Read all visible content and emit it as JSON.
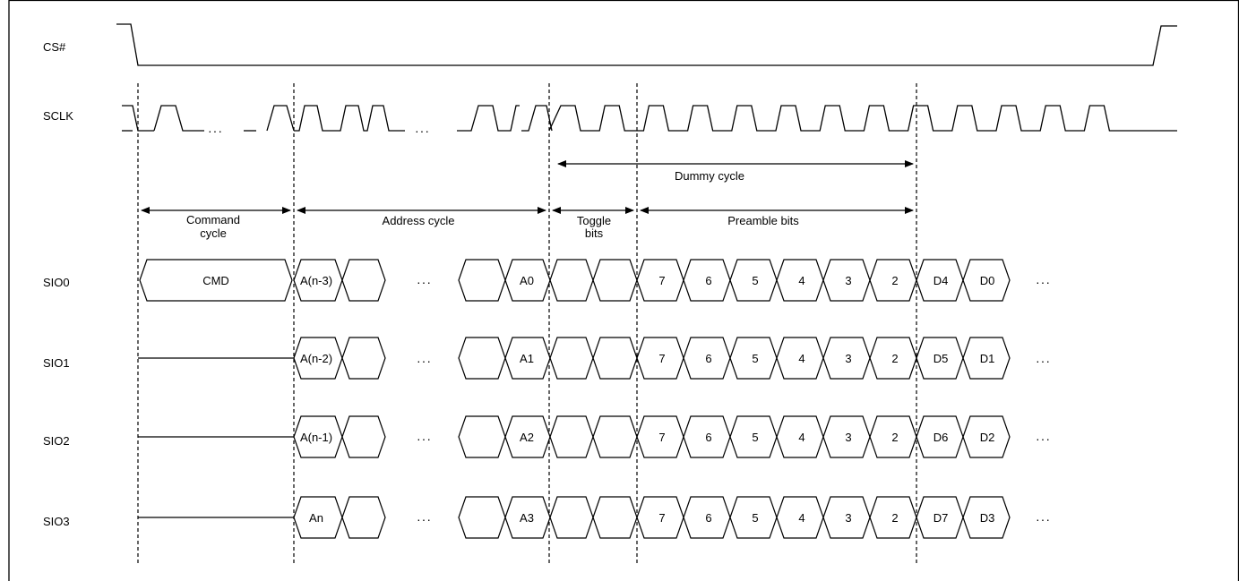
{
  "signals": {
    "cs": "CS#",
    "sclk": "SCLK",
    "sio0": "SIO0",
    "sio1": "SIO1",
    "sio2": "SIO2",
    "sio3": "SIO3"
  },
  "phases": {
    "command_line1": "Command",
    "command_line2": "cycle",
    "address": "Address cycle",
    "toggle_line1": "Toggle",
    "toggle_line2": "bits",
    "preamble": "Preamble bits",
    "dummy": "Dummy cycle"
  },
  "ellipsis": "···",
  "sio0": {
    "cmd": "CMD",
    "addr_first": "A(n-3)",
    "addr_last": "A0",
    "preamble": [
      "7",
      "6",
      "5",
      "4",
      "3",
      "2"
    ],
    "data": [
      "D4",
      "D0"
    ]
  },
  "sio1": {
    "addr_first": "A(n-2)",
    "addr_last": "A1",
    "preamble": [
      "7",
      "6",
      "5",
      "4",
      "3",
      "2"
    ],
    "data": [
      "D5",
      "D1"
    ]
  },
  "sio2": {
    "addr_first": "A(n-1)",
    "addr_last": "A2",
    "preamble": [
      "7",
      "6",
      "5",
      "4",
      "3",
      "2"
    ],
    "data": [
      "D6",
      "D2"
    ]
  },
  "sio3": {
    "addr_first": "An",
    "addr_last": "A3",
    "preamble": [
      "7",
      "6",
      "5",
      "4",
      "3",
      "2"
    ],
    "data": [
      "D7",
      "D3"
    ]
  }
}
